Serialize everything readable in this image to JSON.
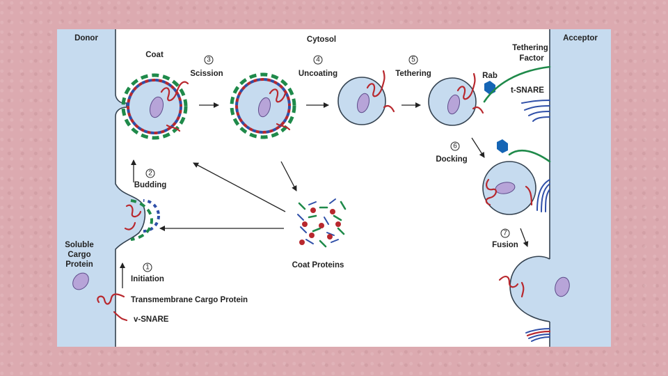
{
  "regions": {
    "donor": "Donor",
    "cytosol": "Cytosol",
    "acceptor": "Acceptor"
  },
  "labels": {
    "coat": "Coat",
    "tethering_factor_line1": "Tethering",
    "tethering_factor_line2": "Factor",
    "rab": "Rab",
    "t_snare": "t-SNARE",
    "soluble_line1": "Soluble",
    "soluble_line2": "Cargo",
    "soluble_line3": "Protein",
    "coat_proteins": "Coat Proteins",
    "transmembrane": "Transmembrane Cargo Protein",
    "v_snare": "v-SNARE"
  },
  "steps": [
    {
      "number": "1",
      "label": "Initiation"
    },
    {
      "number": "2",
      "label": "Budding"
    },
    {
      "number": "3",
      "label": "Scission"
    },
    {
      "number": "4",
      "label": "Uncoating"
    },
    {
      "number": "5",
      "label": "Tethering"
    },
    {
      "number": "6",
      "label": "Docking"
    },
    {
      "number": "7",
      "label": "Fusion"
    }
  ],
  "colors": {
    "membrane": "#c6dbef",
    "outline": "#33414f",
    "cargo": "#b7a4d8",
    "coat_green": "#1f8a4a",
    "coat_blue": "#2f4fa8",
    "snare_red": "#b8282e",
    "rab": "#1565b5",
    "background": "#dcaab0"
  }
}
